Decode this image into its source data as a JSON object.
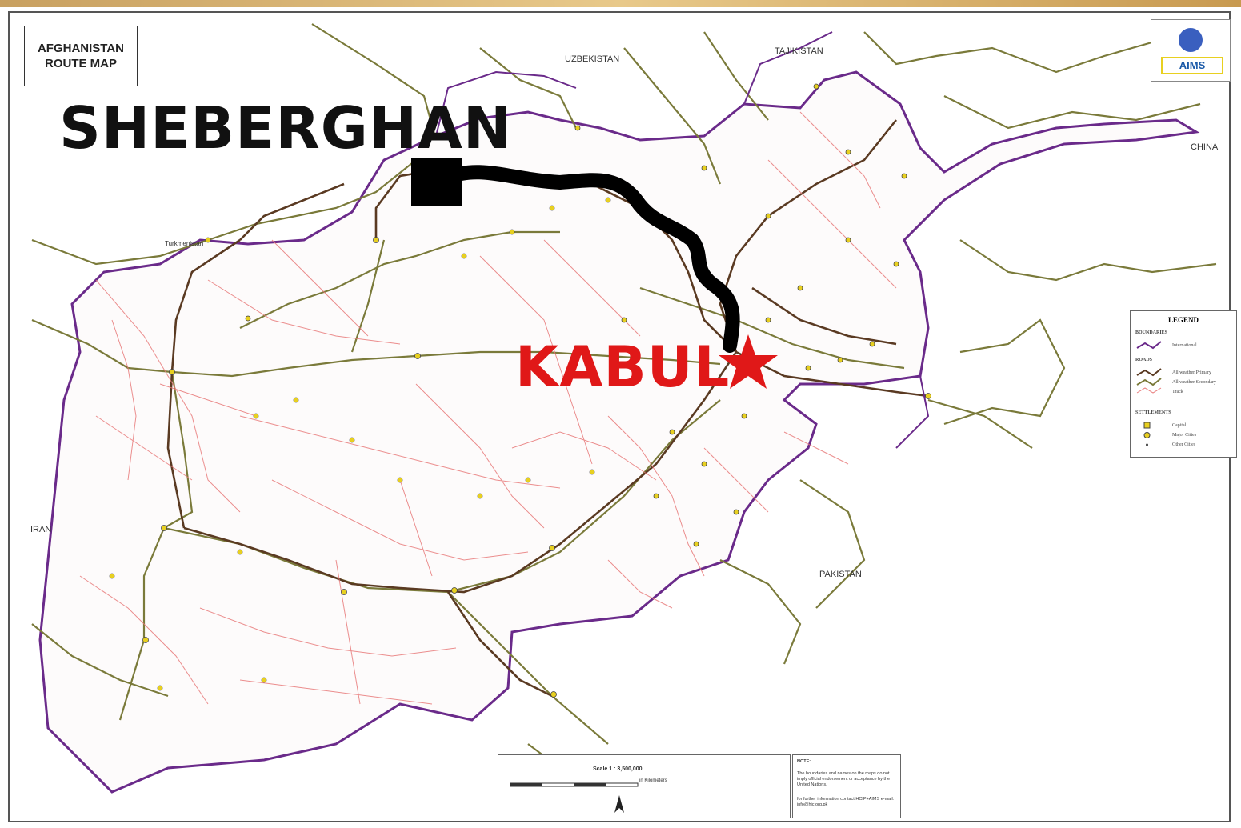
{
  "map": {
    "title_line1": "AFGHANISTAN",
    "title_line2": "ROUTE MAP",
    "logo_label": "AIMS",
    "route_start": "SHEBERGHAN",
    "route_end": "KABUL",
    "countries": {
      "uzbekistan": "UZBEKISTAN",
      "tajikistan": "TAJIKISTAN",
      "china": "CHINA",
      "iran": "IRAN",
      "pakistan": "PAKISTAN",
      "turkmenistan": "Turkmenistan"
    },
    "colors": {
      "route": "#000000",
      "kabul": "#e01818",
      "border": "#6a2a8a",
      "primary_road": "#6b4a2a",
      "secondary_road": "#7a7a3a",
      "track": "#e87a7a"
    }
  },
  "legend": {
    "title": "LEGEND",
    "boundaries_heading": "BOUNDARIES",
    "international": "International",
    "roads_heading": "ROADS",
    "primary": "All weather Primary",
    "secondary": "All weather Secondary",
    "track": "Track",
    "settlements_heading": "SETTLEMENTS",
    "capital": "Capital",
    "major": "Major Cities",
    "other": "Other Cities"
  },
  "scale": {
    "title": "Scale 1 : 3,500,000",
    "unit": "in Kilometers"
  },
  "note": {
    "title": "NOTE:",
    "body": "The boundaries and names on the maps do not imply official endorsement or acceptance by the United Nations.",
    "contact": "for further information contact HCIP+AIMS e-mail: info@hic.org.pk"
  }
}
